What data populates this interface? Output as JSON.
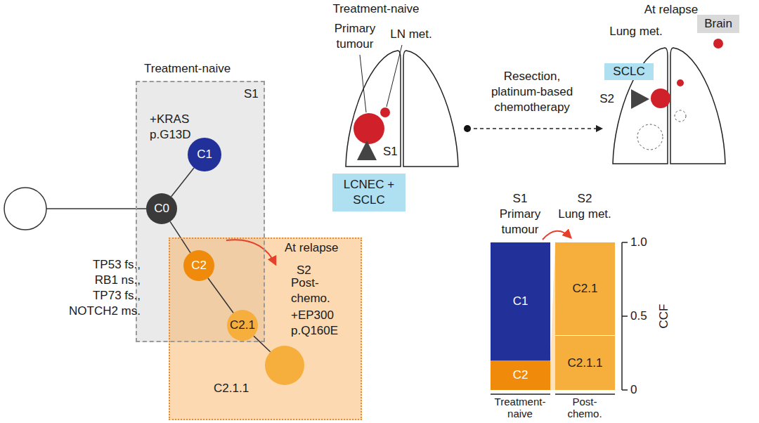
{
  "diagram": {
    "nodes": [
      {
        "text": [
          "Treatment-naive",
          "S1",
          "+KRAS p.G13D"
        ]
      },
      {
        "text": [
          "C0"
        ],
        "in": 0
      },
      {
        "text": [
          "C1"
        ],
        "in": 0
      },
      {
        "text": [
          "At relapse",
          "S2",
          "Post-chemo.",
          "+EP300 p.Q160E"
        ]
      },
      {
        "text": [
          "C2"
        ]
      },
      {
        "text": [
          "C2.1"
        ],
        "in": 3
      },
      {
        "text": [
          "C2.1.1"
        ],
        "in": 3
      },
      {
        "text": [
          "LCNEC + SCLC"
        ]
      },
      {
        "text": [
          "Brain"
        ]
      },
      {
        "text": [
          "SCLC"
        ]
      },
      {
        "text": [
          "C1"
        ]
      },
      {
        "text": [
          "C2"
        ]
      },
      {
        "text": [
          "C2.1"
        ]
      },
      {
        "text": [
          "C2.1.1"
        ]
      }
    ],
    "edges": [
      {
        "from": 1,
        "to": 2,
        "arrow": "none"
      },
      {
        "from": 1,
        "to": 4,
        "arrow": "none"
      },
      {
        "from": 4,
        "to": 5,
        "arrow": "none"
      },
      {
        "from": 5,
        "to": 6,
        "arrow": "none"
      }
    ],
    "labels": [
      "TP53 fs.,",
      "RB1 ns.,",
      "TP73 fs.,",
      "NOTCH2 ms.",
      "Treatment-naive",
      "Primary tumour",
      "LN met.",
      "S1",
      "Resection, platinum-based chemotherapy",
      "At relapse",
      "Lung met.",
      "S2",
      "S1",
      "Primary tumour",
      "S2",
      "Lung met.",
      "1.0",
      "0.5",
      "0",
      "CCF",
      "Treatment-naive",
      "Post-chemo."
    ]
  }
}
